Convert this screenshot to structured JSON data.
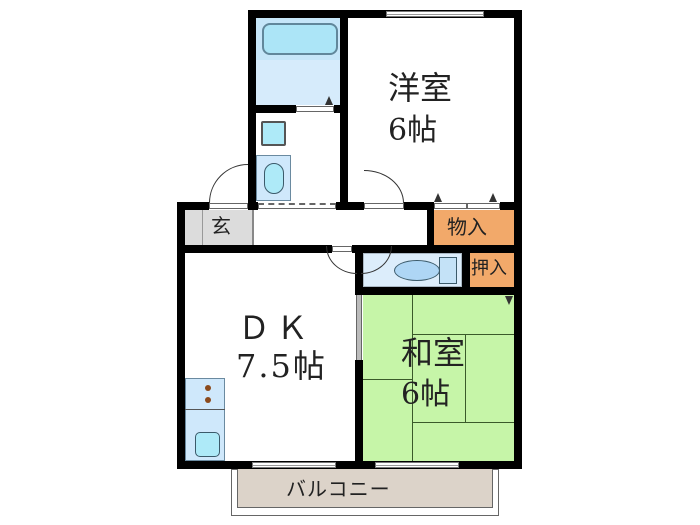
{
  "floorplan": {
    "rooms": {
      "western_room": {
        "name": "洋室",
        "size": "6帖",
        "color": "#ffffff"
      },
      "japanese_room": {
        "name": "和室",
        "size": "6帖",
        "color": "#c6f5a8"
      },
      "dining_kitchen": {
        "name": "ＤＫ",
        "size": "7.5帖",
        "color": "#ffffff"
      },
      "entrance": {
        "name": "玄",
        "color": "#dcdcdc"
      },
      "storage": {
        "name": "物入",
        "color": "#f2a96a"
      },
      "closet": {
        "name": "押入",
        "color": "#f2a96a"
      },
      "bathroom": {
        "color": "#cfe8fb"
      },
      "washroom": {
        "color": "#ffffff"
      },
      "toilet": {
        "color": "#dcedfb"
      },
      "balcony": {
        "name": "バルコニー",
        "color": "#dcd3c9"
      }
    },
    "fixtures": {
      "bathtub": "bathtub-icon",
      "washing_machine": "washing-machine-icon",
      "wash_basin": "wash-basin-icon",
      "toilet": "toilet-icon",
      "stove": "stove-icon",
      "sink": "sink-icon"
    },
    "colors": {
      "wall": "#000000",
      "water_area": "#cfe8fb",
      "fixture": "#aeeaf8",
      "tatami": "#c6f5a8",
      "storage": "#f2a96a",
      "balcony": "#dcd3c9"
    }
  }
}
